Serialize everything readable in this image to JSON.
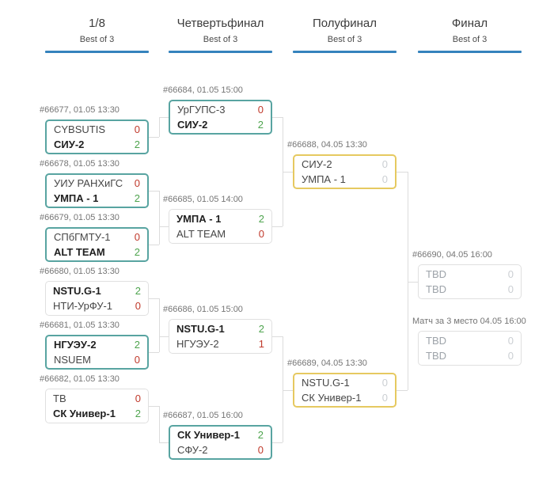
{
  "colors": {
    "underline": "#3583bd",
    "border_finished_highlight": "#58a4a1",
    "border_upcoming": "#e6c960",
    "border_default": "#e0e0e0",
    "score_win": "#4ea44e",
    "score_loss": "#c0392b",
    "score_pending": "#cbcfd3",
    "connector": "#dcdcdc"
  },
  "rounds": [
    {
      "title": "1/8",
      "subtitle": "Best of 3"
    },
    {
      "title": "Четвертьфинал",
      "subtitle": "Best of 3"
    },
    {
      "title": "Полуфинал",
      "subtitle": "Best of 3"
    },
    {
      "title": "Финал",
      "subtitle": "Best of 3"
    }
  ],
  "matches": [
    {
      "id": "m66677",
      "label": "#66677, 01.05 13:30",
      "status": "teal",
      "teams": [
        {
          "name": "CYBSUTIS",
          "score": "0",
          "result": "loss"
        },
        {
          "name": "СИУ-2",
          "score": "2",
          "result": "win"
        }
      ]
    },
    {
      "id": "m66678",
      "label": "#66678, 01.05 13:30",
      "status": "teal",
      "teams": [
        {
          "name": "УИУ РАНХиГС",
          "score": "0",
          "result": "loss"
        },
        {
          "name": "УМПА - 1",
          "score": "2",
          "result": "win"
        }
      ]
    },
    {
      "id": "m66679",
      "label": "#66679, 01.05 13:30",
      "status": "teal",
      "teams": [
        {
          "name": "СПбГМТУ-1",
          "score": "0",
          "result": "loss"
        },
        {
          "name": "ALT TEAM",
          "score": "2",
          "result": "win"
        }
      ]
    },
    {
      "id": "m66680",
      "label": "#66680, 01.05 13:30",
      "status": "gray",
      "teams": [
        {
          "name": "NSTU.G-1",
          "score": "2",
          "result": "win"
        },
        {
          "name": "НТИ-УрФУ-1",
          "score": "0",
          "result": "loss"
        }
      ]
    },
    {
      "id": "m66681",
      "label": "#66681, 01.05 13:30",
      "status": "teal",
      "teams": [
        {
          "name": "НГУЭУ-2",
          "score": "2",
          "result": "win"
        },
        {
          "name": "NSUEM",
          "score": "0",
          "result": "loss"
        }
      ]
    },
    {
      "id": "m66682",
      "label": "#66682, 01.05 13:30",
      "status": "gray",
      "teams": [
        {
          "name": "ТВ",
          "score": "0",
          "result": "loss"
        },
        {
          "name": "СК Универ-1",
          "score": "2",
          "result": "win"
        }
      ]
    },
    {
      "id": "m66684",
      "label": "#66684, 01.05 15:00",
      "status": "teal",
      "teams": [
        {
          "name": "УрГУПС-3",
          "score": "0",
          "result": "loss"
        },
        {
          "name": "СИУ-2",
          "score": "2",
          "result": "win"
        }
      ]
    },
    {
      "id": "m66685",
      "label": "#66685, 01.05 14:00",
      "status": "gray",
      "teams": [
        {
          "name": "УМПА - 1",
          "score": "2",
          "result": "win"
        },
        {
          "name": "ALT TEAM",
          "score": "0",
          "result": "loss"
        }
      ]
    },
    {
      "id": "m66686",
      "label": "#66686, 01.05 15:00",
      "status": "gray",
      "teams": [
        {
          "name": "NSTU.G-1",
          "score": "2",
          "result": "win"
        },
        {
          "name": "НГУЭУ-2",
          "score": "1",
          "result": "loss"
        }
      ]
    },
    {
      "id": "m66687",
      "label": "#66687, 01.05 16:00",
      "status": "teal",
      "teams": [
        {
          "name": "СК Универ-1",
          "score": "2",
          "result": "win"
        },
        {
          "name": "СФУ-2",
          "score": "0",
          "result": "loss"
        }
      ]
    },
    {
      "id": "m66688",
      "label": "#66688, 04.05 13:30",
      "status": "yellow",
      "teams": [
        {
          "name": "СИУ-2",
          "score": "0",
          "result": "pending"
        },
        {
          "name": "УМПА - 1",
          "score": "0",
          "result": "pending"
        }
      ]
    },
    {
      "id": "m66689",
      "label": "#66689, 04.05 13:30",
      "status": "yellow",
      "teams": [
        {
          "name": "NSTU.G-1",
          "score": "0",
          "result": "pending"
        },
        {
          "name": "СК Универ-1",
          "score": "0",
          "result": "pending"
        }
      ]
    },
    {
      "id": "m66690",
      "label": "#66690, 04.05 16:00",
      "status": "gray",
      "teams": [
        {
          "name": "TBD",
          "score": "0",
          "result": "tbd"
        },
        {
          "name": "TBD",
          "score": "0",
          "result": "tbd"
        }
      ]
    },
    {
      "id": "third",
      "label": "Матч за 3 место 04.05 16:00",
      "status": "gray",
      "teams": [
        {
          "name": "TBD",
          "score": "0",
          "result": "tbd"
        },
        {
          "name": "TBD",
          "score": "0",
          "result": "tbd"
        }
      ]
    }
  ]
}
